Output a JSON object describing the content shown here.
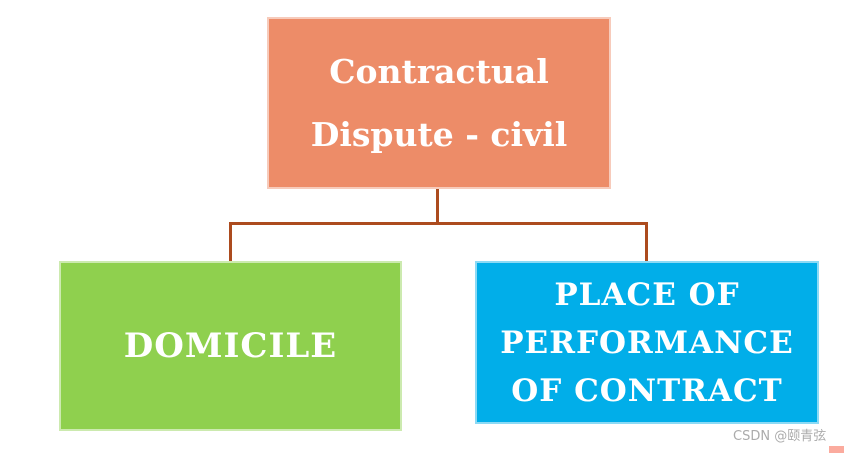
{
  "diagram": {
    "type": "org-chart",
    "root": {
      "lines": [
        "Contractual",
        "Dispute - civil"
      ],
      "fill": "#ED8C68",
      "text_color": "#FFFFFF"
    },
    "children": [
      {
        "lines": [
          "DOMICILE"
        ],
        "fill": "#8FD04E",
        "text_color": "#FFFFFF"
      },
      {
        "lines": [
          "PLACE OF",
          "PERFORMANCE",
          "OF CONTRACT"
        ],
        "fill": "#01AEE9",
        "text_color": "#FFFFFF"
      }
    ],
    "connector_color": "#AC4B1E"
  },
  "watermark": {
    "text": "CSDN @颐青弦",
    "color": "#ABABAB",
    "accent_color": "#FBAB9E"
  }
}
